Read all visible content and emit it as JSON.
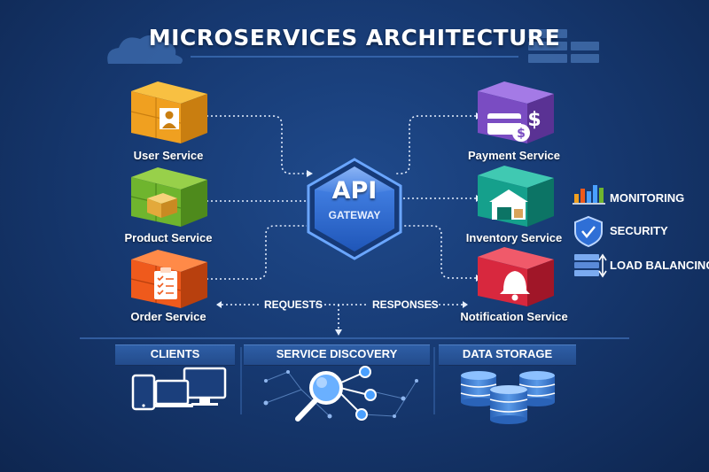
{
  "title": "MICROSERVICES ARCHITECTURE",
  "gateway": {
    "line1": "API",
    "line2": "GATEWAY"
  },
  "services": {
    "user": "User Service",
    "product": "Product Service",
    "order": "Order Service",
    "payment": "Payment Service",
    "inventory": "Inventory Service",
    "notification": "Notification Service"
  },
  "flow": {
    "requests": "REQUESTS",
    "responses": "RESPONSES"
  },
  "features": {
    "monitoring": "MONITORING",
    "security": "SECURITY",
    "load_balancing": "LOAD BALANCING"
  },
  "sections": {
    "clients": "CLIENTS",
    "discovery": "SERVICE DISCOVERY",
    "storage": "DATA STORAGE"
  },
  "colors": {
    "user": "#f0a020",
    "product": "#6fb52e",
    "order": "#ef5a1c",
    "payment": "#7a4cc2",
    "inventory": "#15a08c",
    "notification": "#d8283e",
    "gateway": "#2f6fd6"
  }
}
